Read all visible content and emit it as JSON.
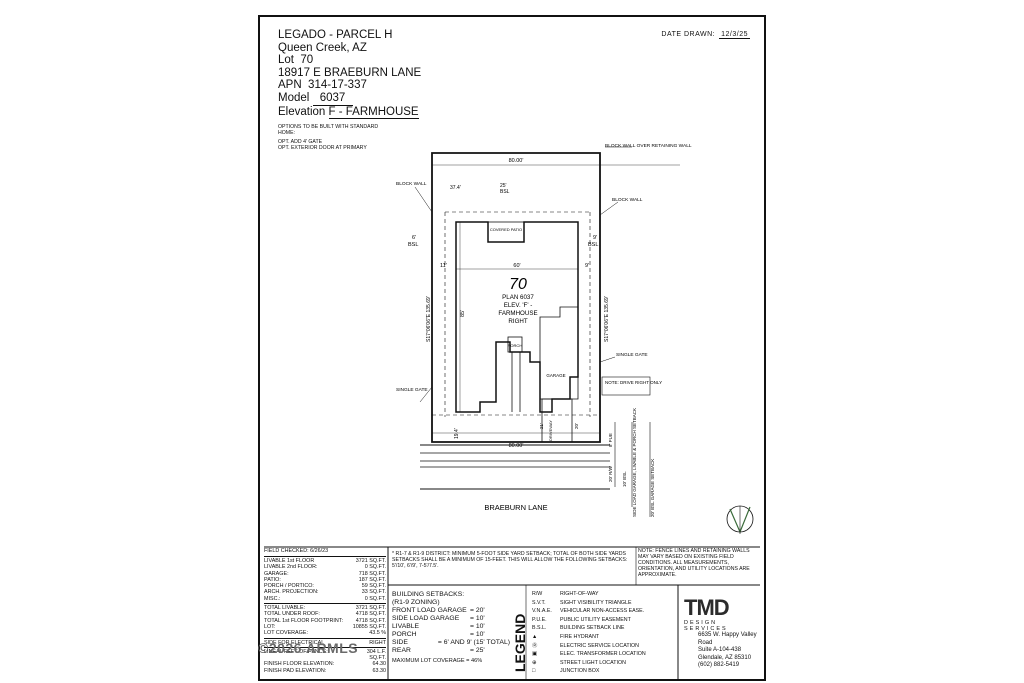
{
  "header": {
    "community": "LEGADO - PARCEL H",
    "city": "Queen Creek, AZ",
    "lot_label": "Lot",
    "lot": "70",
    "address": "18917 E BRAEBURN LANE",
    "apn_label": "APN",
    "apn": "314-17-337",
    "model_label": "Model",
    "model": "6037",
    "elevation_label": "Elevation",
    "elevation": "F - FARMHOUSE",
    "date_label": "DATE DRAWN:",
    "date": "12/3/25"
  },
  "options": {
    "title": "OPTIONS TO BE BUILT WITH STANDARD HOME:",
    "items": [
      "OPT. ADD 4' GATE",
      "OPT. EXTERIOR DOOR AT PRIMARY"
    ]
  },
  "plan": {
    "top_dim": "80.00'",
    "bottom_dim": "80.00'",
    "rear_setback": "25'",
    "rear_setback_sub": "BSL",
    "rear_yard": "37.4'",
    "left_bearing": "S17°06'06\"E 135.69'",
    "right_bearing": "S17°06'06\"E 135.69'",
    "left_bsl": "6'",
    "left_bsl_sub": "BSL",
    "right_bsl": "9'",
    "right_bsl_sub": "BSL",
    "side_left": "11'",
    "house_width": "60'",
    "side_right": "9'",
    "house_depth": "85'",
    "lot_number": "70",
    "plan_line1": "PLAN 6037",
    "plan_line2": "ELEV. 'F' -",
    "plan_line3": "FARMHOUSE",
    "plan_line4": "RIGHT",
    "covered_patio": "COVERED PATIO",
    "porch": "PORCH",
    "garage": "GARAGE",
    "front_left": "19.4'",
    "driveway": "DRIVEWAY",
    "front_21": "21'",
    "front_20": "20'",
    "pue": "8' PUE",
    "front_r_w": "20' R/W",
    "front_bsl10": "10' BSL",
    "side_load_note": "SIDE LOAD GARAGE, LIVABLE & PORCH SETBACK",
    "garage_setback": "20' BSL GARAGE SETBACK",
    "street": "BRAEBURN LANE",
    "block_wall_over": "BLOCK WALL OVER RETAINING WALL",
    "block_wall_left": "BLOCK WALL",
    "block_wall_right": "BLOCK WALL",
    "single_gate_left": "SINGLE GATE",
    "single_gate_right": "SINGLE GATE",
    "drive_note": "NOTE: DRIVE RIGHT ONLY"
  },
  "areas": {
    "field_checked": "FIELD CHECKED: 6/26/23",
    "rows1": [
      {
        "label": "LIVABLE 1st FLOOR",
        "value": "3721 SQ.FT."
      },
      {
        "label": "LIVABLE 2nd FLOOR:",
        "value": "0 SQ.FT."
      },
      {
        "label": "GARAGE:",
        "value": "718 SQ.FT."
      },
      {
        "label": "PATIO:",
        "value": "187 SQ.FT."
      },
      {
        "label": "PORCH / PORTICO:",
        "value": "59 SQ.FT."
      },
      {
        "label": "ARCH. PROJECTION:",
        "value": "33 SQ.FT."
      },
      {
        "label": "MISC.:",
        "value": "0 SQ.FT."
      }
    ],
    "rows2": [
      {
        "label": "TOTAL LIVABLE:",
        "value": "3721 SQ.FT."
      },
      {
        "label": "TOTAL UNDER ROOF:",
        "value": "4718 SQ.FT."
      },
      {
        "label": "TOTAL 1st FLOOR FOOTPRINT:",
        "value": "4718 SQ.FT."
      },
      {
        "label": "LOT:",
        "value": "10855 SQ.FT."
      },
      {
        "label": "LOT COVERAGE:",
        "value": "43.5 %"
      }
    ],
    "rows3": [
      {
        "label": "SIDE FOR ELECTRICAL",
        "value": "RIGHT"
      },
      {
        "label": "LINEAL FEET OF FENCE:",
        "value": "304 L.F."
      },
      {
        "label": "",
        "value": "SQ.FT."
      },
      {
        "label": "FINISH FLOOR ELEVATION:",
        "value": "64.30"
      },
      {
        "label": "FINISH PAD ELEVATION:",
        "value": "63.30"
      }
    ]
  },
  "district_note": "* R1-7 & R1-9 DISTRICT: MINIMUM 5-FOOT SIDE YARD SETBACK; TOTAL OF BOTH SIDE YARDS SETBACKS SHALL BE A MINIMUM OF 15-FEET. THIS WILL ALLOW THE FOLLOWING SETBACKS: 5'/10', 6'/9', 7-5'/7.5'.",
  "fence_note": "NOTE: FENCE LINES AND RETAINING WALLS MAY VARY BASED ON EXISTING FIELD CONDITIONS. ALL MEASUREMENTS, ORIENTATION, AND UTILITY LOCATIONS ARE APPROXIMATE.",
  "setbacks": {
    "title": "BUILDING SETBACKS:",
    "zoning": "(R1-9 ZONING)",
    "rows": [
      {
        "label": "FRONT LOAD GARAGE",
        "value": "= 20'"
      },
      {
        "label": "SIDE LOAD GARAGE",
        "value": "= 10'"
      },
      {
        "label": "LIVABLE",
        "value": "= 10'"
      },
      {
        "label": "PORCH",
        "value": "= 10'"
      },
      {
        "label": "SIDE",
        "value": "= 6' AND 9' (15' TOTAL)"
      },
      {
        "label": "REAR",
        "value": "= 25'"
      }
    ],
    "max_coverage": "MAXIMUM LOT COVERAGE = 46%"
  },
  "legend": {
    "title": "LEGEND",
    "rows": [
      {
        "abbr": "R/W",
        "desc": "RIGHT-OF-WAY"
      },
      {
        "abbr": "S.V.T.",
        "desc": "SIGHT VISIBILITY TRIANGLE"
      },
      {
        "abbr": "V.N.A.E.",
        "desc": "VEHICULAR NON-ACCESS EASE."
      },
      {
        "abbr": "P.U.E.",
        "desc": "PUBLIC UTILITY EASEMENT"
      },
      {
        "abbr": "B.S.L.",
        "desc": "BUILDING SETBACK LINE"
      },
      {
        "abbr": "",
        "desc": "FIRE HYDRANT"
      },
      {
        "abbr": "",
        "desc": "ELECTRIC SERVICE LOCATION"
      },
      {
        "abbr": "",
        "desc": "ELEC. TRANSFORMER LOCATION"
      },
      {
        "abbr": "",
        "desc": "STREET LIGHT LOCATION"
      },
      {
        "abbr": "",
        "desc": "JUNCTION BOX"
      }
    ]
  },
  "company": {
    "logo": "TMD",
    "tagline": "DESIGN SERVICES",
    "addr1": "6635 W. Happy Valley Road",
    "addr2": "Suite A-104-438",
    "addr3": "Glendale, AZ 85310",
    "phone": "(602) 882-5419"
  },
  "watermark": "©2026 ARMLS"
}
